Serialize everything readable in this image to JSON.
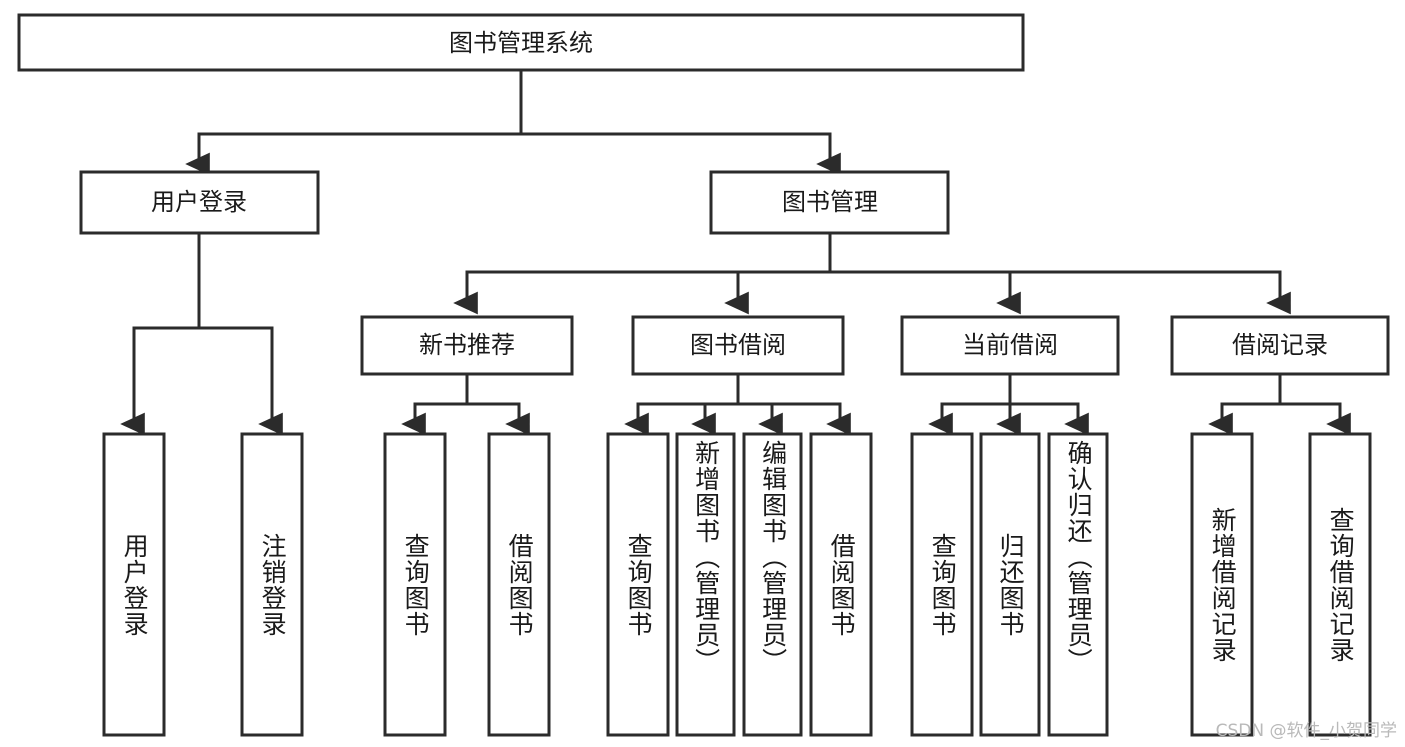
{
  "diagram": {
    "title": "图书管理系统",
    "type": "tree-hierarchy-diagram",
    "colors": {
      "box_stroke": "#2b2b2b",
      "box_fill": "#ffffff",
      "connector": "#2b2b2b",
      "text": "#1a1a1a",
      "watermark": "#b9b9b9",
      "background": "#ffffff"
    },
    "root": {
      "label": "图书管理系统"
    },
    "level2": [
      {
        "label": "用户登录"
      },
      {
        "label": "图书管理"
      }
    ],
    "level3": [
      {
        "label": "新书推荐"
      },
      {
        "label": "图书借阅"
      },
      {
        "label": "当前借阅"
      },
      {
        "label": "借阅记录"
      }
    ],
    "leaves_user_login": [
      {
        "label": "用户登录"
      },
      {
        "label": "注销登录"
      }
    ],
    "leaves_new_book": [
      {
        "label": "查询图书"
      },
      {
        "label": "借阅图书"
      }
    ],
    "leaves_book_borrow": [
      {
        "label": "查询图书"
      },
      {
        "label": "新增图书（管理员）"
      },
      {
        "label": "编辑图书（管理员）"
      },
      {
        "label": "借阅图书"
      }
    ],
    "leaves_current_borrow": [
      {
        "label": "查询图书"
      },
      {
        "label": "归还图书"
      },
      {
        "label": "确认归还（管理员）"
      }
    ],
    "leaves_borrow_record": [
      {
        "label": "新增借阅记录"
      },
      {
        "label": "查询借阅记录"
      }
    ]
  },
  "watermark": {
    "text": "CSDN @软件_小贺同学"
  }
}
